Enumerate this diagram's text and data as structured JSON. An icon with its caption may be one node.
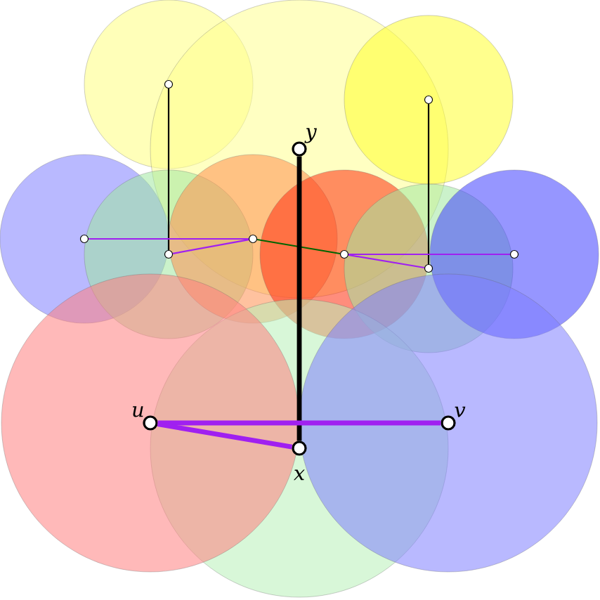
{
  "diagram": {
    "nodes": [
      {
        "text": [],
        "shape": "circle"
      },
      {
        "text": [],
        "shape": "circle"
      },
      {
        "text": [],
        "shape": "circle",
        "beside": [
          "y"
        ]
      },
      {
        "text": [],
        "shape": "circle"
      },
      {
        "text": [],
        "shape": "circle"
      },
      {
        "text": [],
        "shape": "circle"
      },
      {
        "text": [],
        "shape": "circle"
      },
      {
        "text": [],
        "shape": "circle"
      },
      {
        "text": [],
        "shape": "circle"
      },
      {
        "text": [],
        "shape": "circle",
        "beside": [
          "u"
        ]
      },
      {
        "text": [],
        "shape": "circle",
        "beside": [
          "v"
        ]
      },
      {
        "text": [],
        "shape": "circle",
        "beside": [
          "x"
        ]
      }
    ],
    "edges": [
      {
        "from": 0,
        "to": 5,
        "arrow": "none",
        "color": "#000000"
      },
      {
        "from": 1,
        "to": 8,
        "arrow": "none",
        "color": "#000000"
      },
      {
        "from": 3,
        "to": 4,
        "arrow": "none"
      },
      {
        "from": 5,
        "to": 4,
        "arrow": "none"
      },
      {
        "from": 4,
        "to": 6,
        "arrow": "none",
        "color": "#006400"
      },
      {
        "from": 6,
        "to": 7,
        "arrow": "none"
      },
      {
        "from": 6,
        "to": 8,
        "arrow": "none"
      },
      {
        "from": 2,
        "to": 11,
        "arrow": "none",
        "style": "thick",
        "color": "#000000"
      },
      {
        "from": 9,
        "to": 10,
        "arrow": "none",
        "style": "thick"
      },
      {
        "from": 9,
        "to": 11,
        "arrow": "none",
        "style": "thick"
      }
    ]
  }
}
